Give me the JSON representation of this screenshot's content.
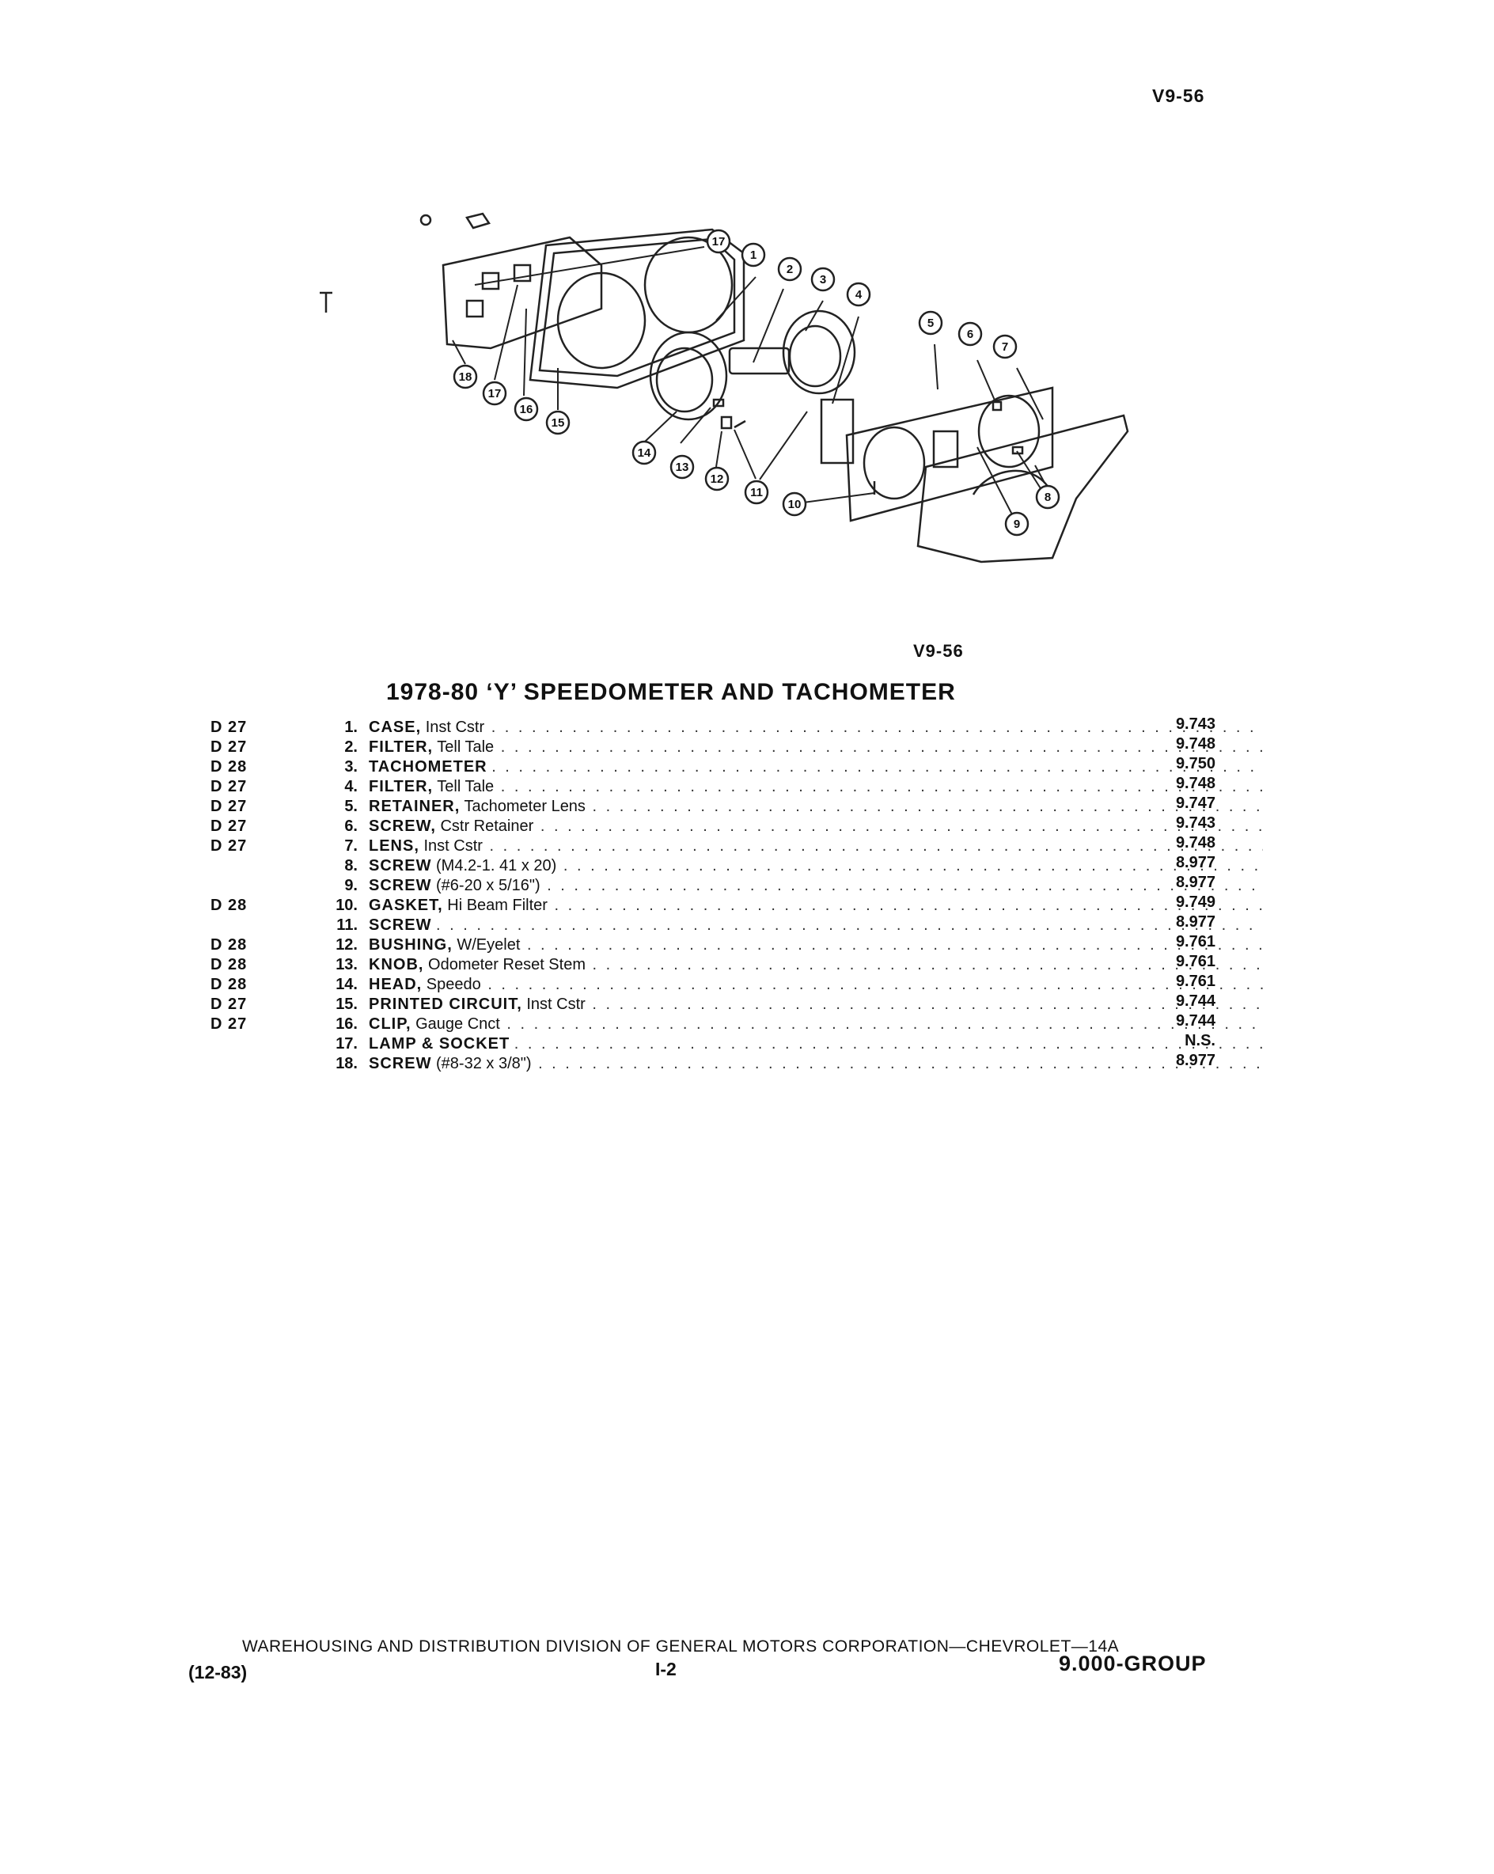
{
  "header": {
    "code": "V9-56"
  },
  "figure": {
    "code": "V9-56",
    "callouts": [
      "17",
      "1",
      "2",
      "3",
      "4",
      "5",
      "6",
      "7",
      "8",
      "9",
      "10",
      "11",
      "12",
      "13",
      "14",
      "15",
      "16",
      "17",
      "18"
    ]
  },
  "section_title": "1978-80 ‘Y’ SPEEDOMETER AND TACHOMETER",
  "parts": [
    {
      "dept": "D 27",
      "num": "1.",
      "name": "CASE,",
      "desc": "Inst Cstr",
      "group": "9.743"
    },
    {
      "dept": "D 27",
      "num": "2.",
      "name": "FILTER,",
      "desc": "Tell Tale",
      "group": "9.748"
    },
    {
      "dept": "D 28",
      "num": "3.",
      "name": "TACHOMETER",
      "desc": "",
      "group": "9.750"
    },
    {
      "dept": "D 27",
      "num": "4.",
      "name": "FILTER,",
      "desc": "Tell Tale",
      "group": "9.748"
    },
    {
      "dept": "D 27",
      "num": "5.",
      "name": "RETAINER,",
      "desc": "Tachometer Lens",
      "group": "9.747"
    },
    {
      "dept": "D 27",
      "num": "6.",
      "name": "SCREW,",
      "desc": "Cstr Retainer",
      "group": "9.743"
    },
    {
      "dept": "D 27",
      "num": "7.",
      "name": "LENS,",
      "desc": "Inst Cstr",
      "group": "9.748"
    },
    {
      "dept": "",
      "num": "8.",
      "name": "SCREW",
      "desc": "(M4.2-1. 41 x 20)",
      "group": "8.977"
    },
    {
      "dept": "",
      "num": "9.",
      "name": "SCREW",
      "desc": "(#6-20 x 5/16\")",
      "group": "8.977"
    },
    {
      "dept": "D 28",
      "num": "10.",
      "name": "GASKET,",
      "desc": "Hi Beam Filter",
      "group": "9.749"
    },
    {
      "dept": "",
      "num": "11.",
      "name": "SCREW",
      "desc": "",
      "group": "8.977"
    },
    {
      "dept": "D 28",
      "num": "12.",
      "name": "BUSHING,",
      "desc": "W/Eyelet",
      "group": "9.761"
    },
    {
      "dept": "D 28",
      "num": "13.",
      "name": "KNOB,",
      "desc": "Odometer Reset Stem",
      "group": "9.761"
    },
    {
      "dept": "D 28",
      "num": "14.",
      "name": "HEAD,",
      "desc": "Speedo",
      "group": "9.761"
    },
    {
      "dept": "D 27",
      "num": "15.",
      "name": "PRINTED CIRCUIT,",
      "desc": "Inst Cstr",
      "group": "9.744"
    },
    {
      "dept": "D 27",
      "num": "16.",
      "name": "CLIP,",
      "desc": "Gauge Cnct",
      "group": "9.744"
    },
    {
      "dept": "",
      "num": "17.",
      "name": "LAMP & SOCKET",
      "desc": "",
      "group": "N.S."
    },
    {
      "dept": "",
      "num": "18.",
      "name": "SCREW",
      "desc": "(#8-32 x 3/8\")",
      "group": "8.977"
    }
  ],
  "footer": {
    "division": "WAREHOUSING AND DISTRIBUTION DIVISION OF GENERAL MOTORS CORPORATION—CHEVROLET—14A",
    "date": "(12-83)",
    "page": "I-2",
    "group": "9.000-GROUP"
  }
}
